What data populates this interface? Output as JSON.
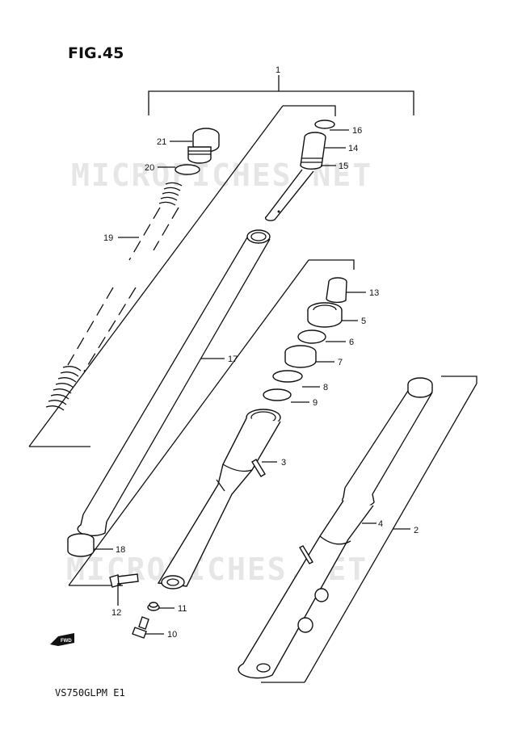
{
  "figure": {
    "title": "FIG.45",
    "model_code": "VS750GLPM E1",
    "watermark": "MICROFICHES.NET",
    "fwd_label": "FWD"
  },
  "callouts": [
    {
      "id": "c1",
      "label": "1"
    },
    {
      "id": "c2",
      "label": "2"
    },
    {
      "id": "c3",
      "label": "3"
    },
    {
      "id": "c4",
      "label": "4"
    },
    {
      "id": "c5",
      "label": "5"
    },
    {
      "id": "c6",
      "label": "6"
    },
    {
      "id": "c7",
      "label": "7"
    },
    {
      "id": "c8",
      "label": "8"
    },
    {
      "id": "c9",
      "label": "9"
    },
    {
      "id": "c10",
      "label": "10"
    },
    {
      "id": "c11",
      "label": "11"
    },
    {
      "id": "c12",
      "label": "12"
    },
    {
      "id": "c13",
      "label": "13"
    },
    {
      "id": "c14",
      "label": "14"
    },
    {
      "id": "c15",
      "label": "15"
    },
    {
      "id": "c16",
      "label": "16"
    },
    {
      "id": "c17",
      "label": "17"
    },
    {
      "id": "c18",
      "label": "18"
    },
    {
      "id": "c19",
      "label": "19"
    },
    {
      "id": "c20",
      "label": "20"
    },
    {
      "id": "c21",
      "label": "21"
    }
  ]
}
